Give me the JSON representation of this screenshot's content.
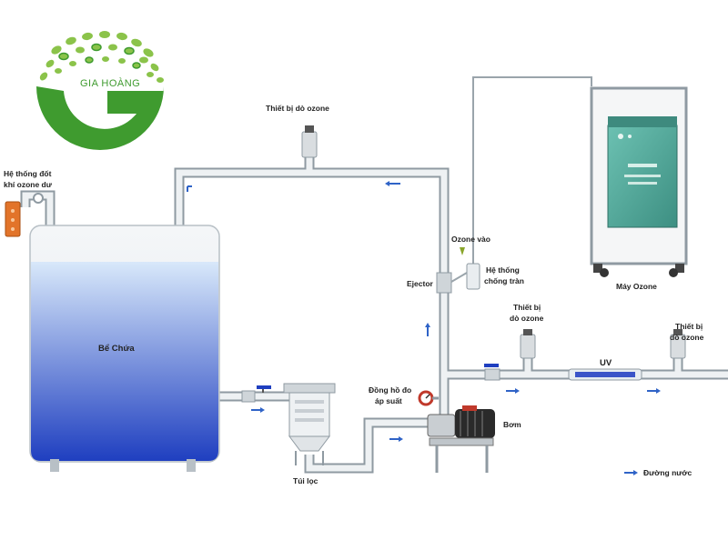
{
  "brand": {
    "name": "GIA HOÀNG",
    "color_dark": "#3f9b2f",
    "color_light": "#a6d36a"
  },
  "labels": {
    "tank": "Bể Chứa",
    "ozone_destruct": [
      "Hệ thống đốt",
      "khí ozone dư"
    ],
    "sensor_top": "Thiết bị dò ozone",
    "ozone_in": "Ozone vào",
    "anti_overflow": [
      "Hệ thống",
      "chống tràn"
    ],
    "ejector": "Ejector",
    "generator": "Máy Ozone",
    "sensor_mid": [
      "Thiết bị",
      "dò ozone"
    ],
    "sensor_right": [
      "Thiết bị",
      "dò ozone"
    ],
    "uv": "UV",
    "pressure_gauge": [
      "Đồng hồ đo",
      "áp suất"
    ],
    "pump": "Bơm",
    "bag_filter": "Túi lọc",
    "legend": "Đường nước"
  },
  "colors": {
    "pipe": "#8f9aa2",
    "arrow": "#2f63c7",
    "water_top": "#d8e8fa",
    "water_bottom": "#1f3fc0",
    "generator": "#4fa99a",
    "destruct_unit": "#e2742a"
  }
}
